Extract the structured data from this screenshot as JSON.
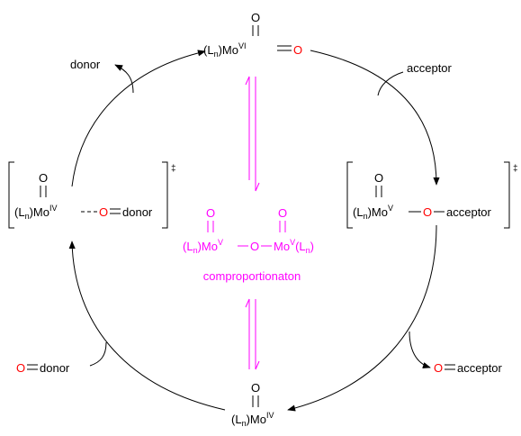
{
  "colors": {
    "text": "#000000",
    "oxygen_red": "#ff0000",
    "comproportionation_magenta": "#ff00ff"
  },
  "species": {
    "top": {
      "oxo_atom": "O",
      "ligand_open": "(L",
      "ligand_sub": "n",
      "metal": ")Mo",
      "oxidation": "VI",
      "oxo_red": "O"
    },
    "right": {
      "oxo_atom": "O",
      "ligand_open": "(L",
      "ligand_sub": "n",
      "metal": ")Mo",
      "oxidation": "V",
      "oxo_red": "O",
      "partner": "acceptor",
      "dagger": "‡"
    },
    "bottom": {
      "oxo_atom": "O",
      "ligand_open": "(L",
      "ligand_sub": "n",
      "metal": ")Mo",
      "oxidation": "IV"
    },
    "left": {
      "oxo_atom": "O",
      "ligand_open": "(L",
      "ligand_sub": "n",
      "metal": ")Mo",
      "oxidation": "IV",
      "oxo_red": "O",
      "partner": "donor",
      "dagger": "‡"
    },
    "center": {
      "oxo_atom": "O",
      "left_ligand_open": "(L",
      "left_ligand_sub": "n",
      "left_metal": ")Mo",
      "left_oxidation": "V",
      "bridge": "O",
      "right_metal": "Mo",
      "right_oxidation": "V",
      "right_ligand_open": "(L",
      "right_ligand_sub": "n",
      "right_ligand_close": ")",
      "caption": "comproportionaton"
    }
  },
  "side_labels": {
    "donor_out": "donor",
    "acceptor_in": "acceptor",
    "acceptor_out_o": "O",
    "acceptor_out": "acceptor",
    "donor_in_o": "O",
    "donor_in": "donor"
  }
}
